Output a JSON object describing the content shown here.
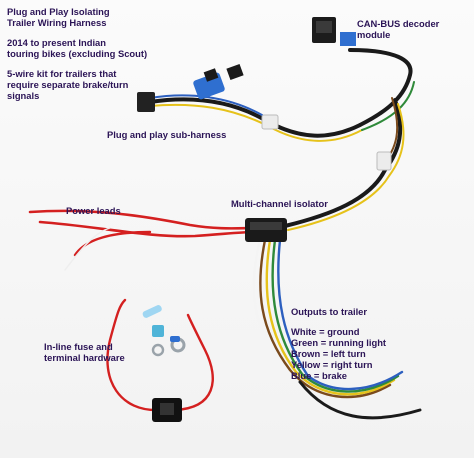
{
  "title_block": {
    "line1": "Plug and Play Isolating",
    "line2": "Trailer Wiring Harness",
    "line3": "2014 to present Indian",
    "line4": "touring bikes (excluding Scout)",
    "line5": "5-wire kit for trailers that",
    "line6": "require separate brake/turn",
    "line7": "signals"
  },
  "callouts": {
    "canbus_line1": "CAN-BUS decoder",
    "canbus_line2": "module",
    "subharness": "Plug and play sub-harness",
    "power_leads": "Power leads",
    "isolator": "Multi-channel isolator",
    "fuse_line1": "In-line fuse and",
    "fuse_line2": "terminal hardware",
    "outputs": "Outputs to trailer"
  },
  "wire_legend": [
    "White = ground",
    "Green = running light",
    "Brown = left turn",
    "Yellow = right turn",
    "Blue = brake"
  ],
  "colors": {
    "label_text": "#2b1456",
    "wire_red": "#d42020",
    "wire_black": "#1a1a1a",
    "wire_white": "#f4f4f4",
    "wire_green": "#2f8a3a",
    "wire_brown": "#7a4a1c",
    "wire_yellow": "#e6c21a",
    "wire_blue": "#2c5fbf",
    "connector_blue": "#2f6fd0",
    "connector_white": "#ececec"
  }
}
